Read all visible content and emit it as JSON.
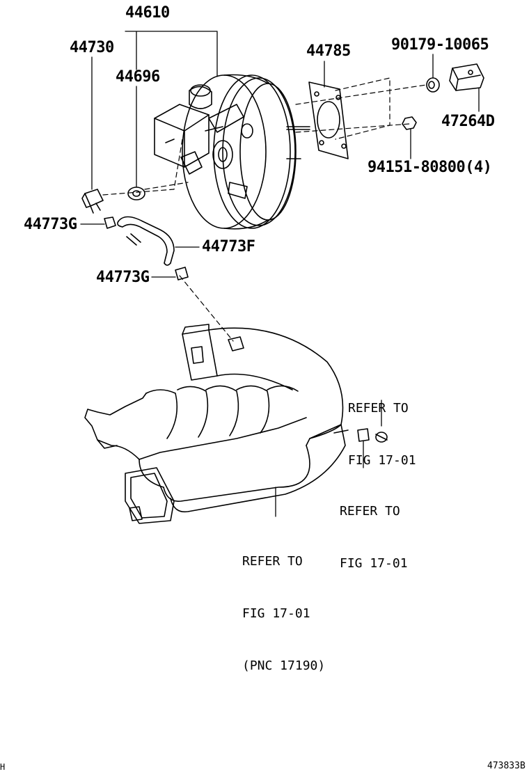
{
  "part_numbers": {
    "p44610": "44610",
    "p44730": "44730",
    "p44696": "44696",
    "p44785": "44785",
    "p90179": "90179-10065",
    "p47264": "47264D",
    "p94151": "94151-80800(4)",
    "p44773g_top": "44773G",
    "p44773f": "44773F",
    "p44773g_bottom": "44773G"
  },
  "references": {
    "ref_a": [
      "REFER TO",
      "FIG 17-01"
    ],
    "ref_b": [
      "REFER TO",
      "FIG 17-01"
    ],
    "ref_c": [
      "REFER TO",
      "FIG 17-01",
      "(PNC 17190)"
    ]
  },
  "footer": {
    "left_mark": "H",
    "illustration_id": "473833B"
  }
}
